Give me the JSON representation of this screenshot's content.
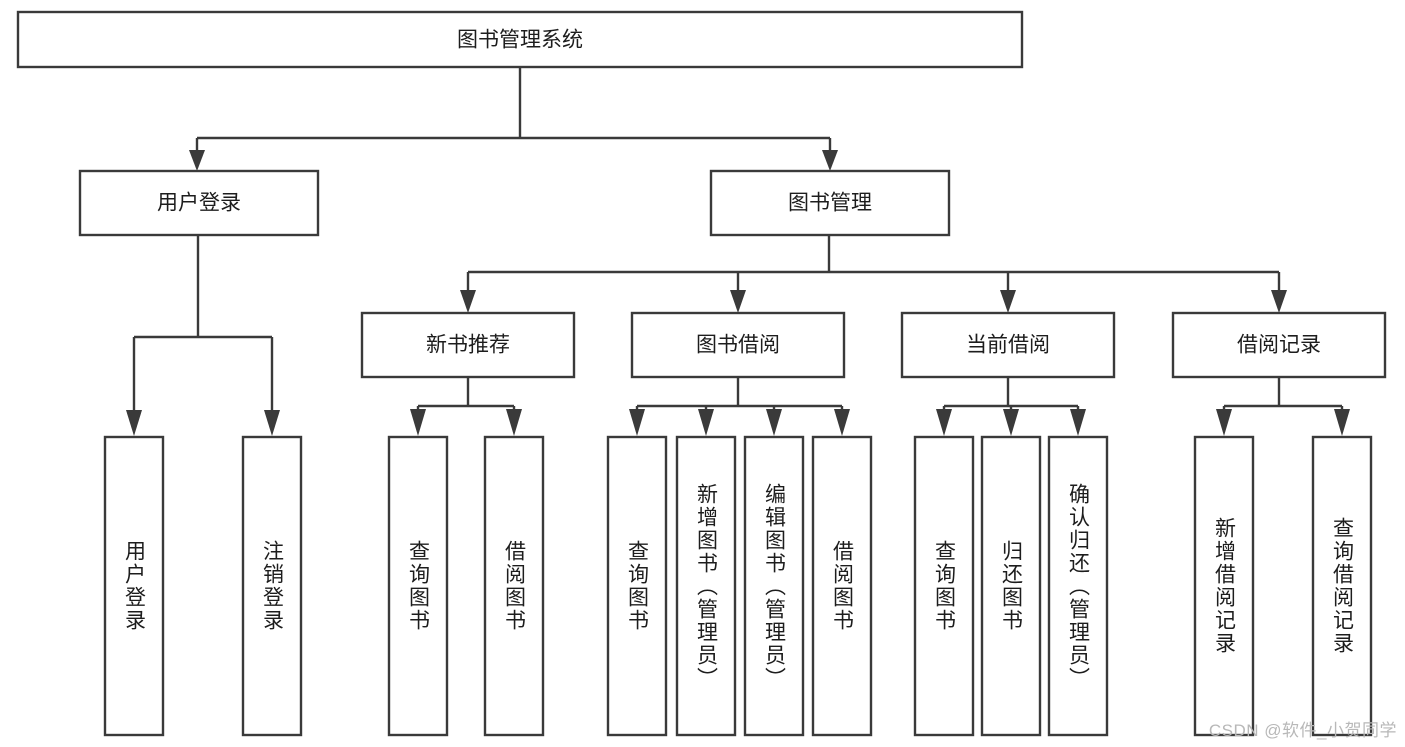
{
  "diagram": {
    "type": "tree-hierarchy-chart",
    "title": "图书管理系统",
    "orientation": "top-down",
    "colors": {
      "box_fill": "#ffffff",
      "box_stroke": "#3a3a3a",
      "text": "#1d1d1d",
      "background": "#ffffff",
      "watermark": "#b8b8b8"
    },
    "root": {
      "label": "图书管理系统",
      "level": 1,
      "orientation": "horizontal"
    },
    "level2": [
      {
        "label": "用户登录",
        "orientation": "horizontal"
      },
      {
        "label": "图书管理",
        "orientation": "horizontal"
      }
    ],
    "level3": [
      {
        "label": "新书推荐",
        "orientation": "horizontal",
        "parent": "图书管理"
      },
      {
        "label": "图书借阅",
        "orientation": "horizontal",
        "parent": "图书管理"
      },
      {
        "label": "当前借阅",
        "orientation": "horizontal",
        "parent": "图书管理"
      },
      {
        "label": "借阅记录",
        "orientation": "horizontal",
        "parent": "图书管理"
      }
    ],
    "leaves": {
      "user_login": [
        {
          "label": "用户登录",
          "orientation": "vertical"
        },
        {
          "label": "注销登录",
          "orientation": "vertical"
        }
      ],
      "new_book_recommend": [
        {
          "label": "查询图书",
          "orientation": "vertical"
        },
        {
          "label": "借阅图书",
          "orientation": "vertical"
        }
      ],
      "book_borrow": [
        {
          "label": "查询图书",
          "orientation": "vertical"
        },
        {
          "label": "新增图书（管理员）",
          "orientation": "vertical"
        },
        {
          "label": "编辑图书（管理员）",
          "orientation": "vertical"
        },
        {
          "label": "借阅图书",
          "orientation": "vertical"
        }
      ],
      "current_borrow": [
        {
          "label": "查询图书",
          "orientation": "vertical"
        },
        {
          "label": "归还图书",
          "orientation": "vertical"
        },
        {
          "label": "确认归还（管理员）",
          "orientation": "vertical"
        }
      ],
      "borrow_records": [
        {
          "label": "新增借阅记录",
          "orientation": "vertical"
        },
        {
          "label": "查询借阅记录",
          "orientation": "vertical"
        }
      ]
    }
  },
  "watermark": {
    "text": "CSDN @软件_小贺同学"
  }
}
